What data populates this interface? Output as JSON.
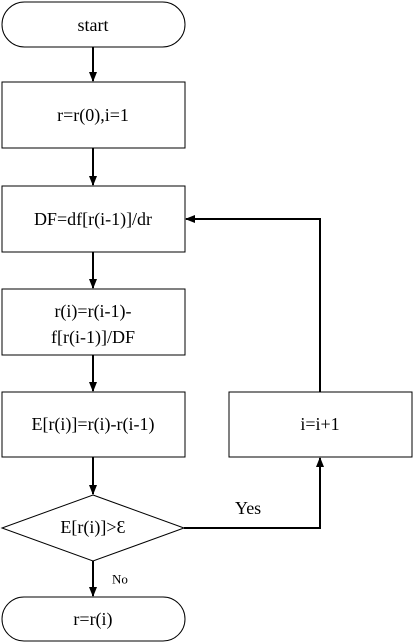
{
  "nodes": {
    "start": "start",
    "init": "r=r(0),i=1",
    "derivative": "DF=df[r(i-1)]/dr",
    "update_line1": "r(i)=r(i-1)-",
    "update_line2": "f[r(i-1)]/DF",
    "error": "E[r(i)]=r(i)-r(i-1)",
    "decision": "E[r(i)]>Ɛ",
    "increment": "i=i+1",
    "end": "r=r(i)"
  },
  "edges": {
    "yes_label": "Yes",
    "no_label": "No"
  }
}
